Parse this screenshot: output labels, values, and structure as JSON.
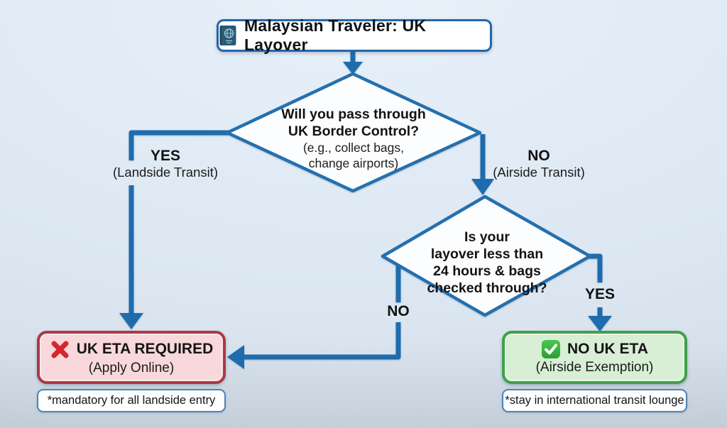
{
  "colors": {
    "background": "#dde8f3",
    "connector_blue": "#1e6cae",
    "diamond_border": "#2470ae",
    "diamond_fill": "#fcfdfe",
    "required_border": "#ad3843",
    "required_fill": "#f8d8da",
    "exempt_border": "#42a04a",
    "exempt_fill": "#d8eed5",
    "note_border": "#4d84b8",
    "cross_red": "#d6252e",
    "check_green": "#35b13b"
  },
  "start": {
    "icon": "passport-icon",
    "label": "Malaysian Traveler: UK Layover"
  },
  "decision1": {
    "question": "Will you pass through\nUK Border Control?",
    "hint": "(e.g., collect bags,\nchange airports)"
  },
  "decision2": {
    "question": "Is your\nlayover less than\n24 hours & bags\nchecked through?"
  },
  "branches": {
    "yes1": {
      "label": "YES",
      "sublabel": "(Landside Transit)"
    },
    "no1": {
      "label": "NO",
      "sublabel": "(Airside Transit)"
    },
    "no2": {
      "label": "NO"
    },
    "yes2": {
      "label": "YES"
    }
  },
  "outcomes": {
    "required": {
      "icon": "cross-mark-icon",
      "title": "UK ETA REQUIRED",
      "subtitle": "(Apply Online)",
      "note": "*mandatory for all landside entry"
    },
    "exempt": {
      "icon": "check-mark-icon",
      "title": "NO UK ETA",
      "subtitle": "(Airside Exemption)",
      "note": "*stay in international transit lounge"
    }
  }
}
